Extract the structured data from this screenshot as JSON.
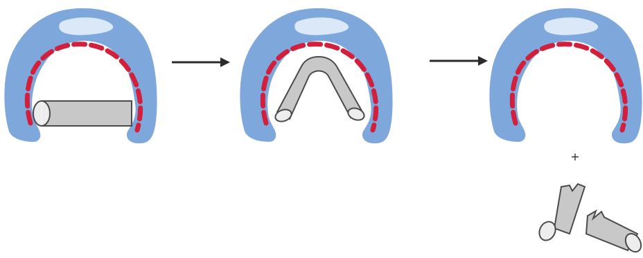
{
  "colors": {
    "background": "#ffffff",
    "enzyme_blue": "#7ea8dc",
    "enzyme_highlight": "#dbe8f8",
    "active_site_dashes": "#d21f3c",
    "substrate_fill": "#c8c8c8",
    "substrate_stroke": "#4a4a4a",
    "arrow": "#2b2b2b"
  },
  "panels": [
    {
      "stage": "substrate-bound",
      "substrate_state": "straight-rod"
    },
    {
      "stage": "substrate-bent",
      "substrate_state": "bent-rod"
    },
    {
      "stage": "products-released",
      "substrate_state": "two-fragments"
    }
  ],
  "plus_sign": "+",
  "arrows": [
    {
      "from": "substrate-bound",
      "to": "substrate-bent"
    },
    {
      "from": "substrate-bent",
      "to": "products-released"
    }
  ]
}
